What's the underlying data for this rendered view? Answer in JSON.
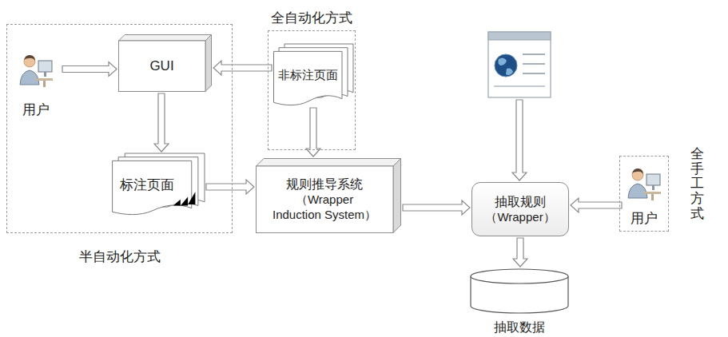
{
  "diagram": {
    "nodes": [
      {
        "text": [
          "半自动化方式"
        ]
      },
      {
        "text": [
          "用户"
        ],
        "in": 0
      },
      {
        "text": [
          "GUI"
        ],
        "in": 0
      },
      {
        "text": [
          "标注页面"
        ],
        "in": 0
      },
      {
        "text": [
          "全自动化方式"
        ]
      },
      {
        "text": [
          "非标注页面"
        ],
        "in": 4
      },
      {
        "text": [
          "规则推导系统",
          "（Wrapper Induction System）"
        ]
      },
      {
        "text": [
          "抽取规则",
          "（Wrapper）"
        ]
      },
      {
        "text": [
          "全手工方式"
        ]
      },
      {
        "text": [
          "用户"
        ],
        "in": 8
      },
      {
        "text": [
          "抽取数据"
        ]
      }
    ],
    "edges": [
      {
        "from": 1,
        "to": 2,
        "arrow": "to"
      },
      {
        "from": 5,
        "to": 2,
        "arrow": "to"
      },
      {
        "from": 2,
        "to": 3,
        "arrow": "to"
      },
      {
        "from": 3,
        "to": 6,
        "arrow": "to"
      },
      {
        "from": 5,
        "to": 6,
        "arrow": "to"
      },
      {
        "from": 6,
        "to": 7,
        "arrow": "to"
      },
      {
        "from": 9,
        "to": 7,
        "arrow": "to"
      },
      {
        "from": 7,
        "to": 10,
        "arrow": "to"
      }
    ]
  }
}
